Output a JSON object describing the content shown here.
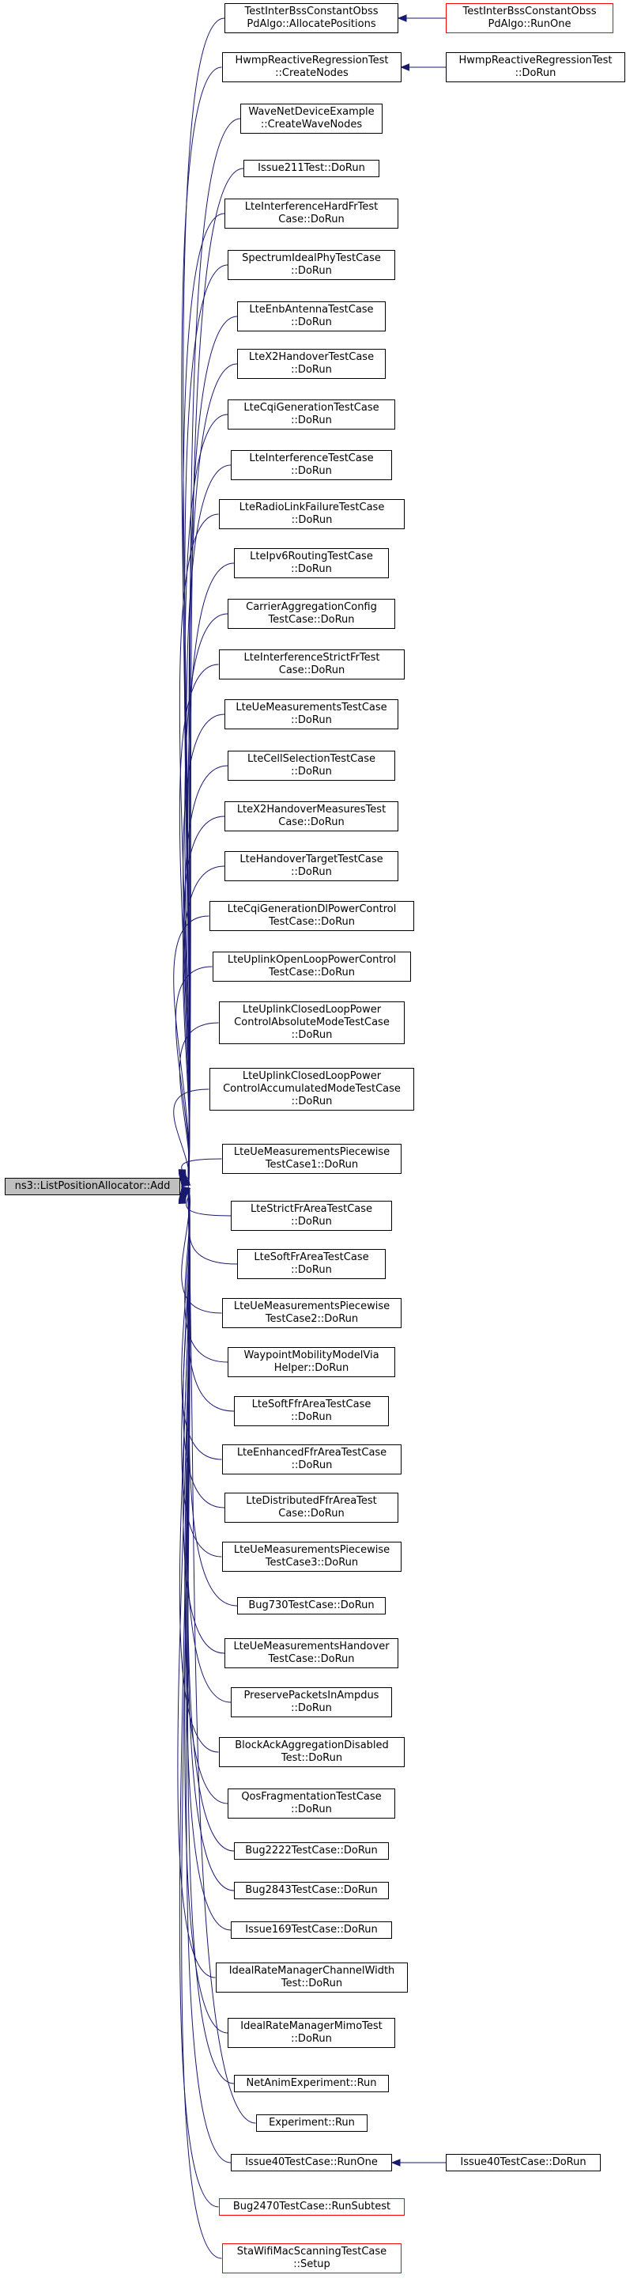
{
  "graph": {
    "root": "ns3::ListPositionAllocator::Add",
    "edge_color": "#191970",
    "node_border_color": "#000000",
    "unresolved_border_color": "#ff0000",
    "root_fill": "#bfbfbf",
    "callers": [
      {
        "label": "TestInterBssConstantObss\nPdAlgo::AllocatePositions",
        "callers": [
          {
            "label": "TestInterBssConstantObss\nPdAlgo::RunOne",
            "red": true
          }
        ]
      },
      {
        "label": "HwmpReactiveRegressionTest\n::CreateNodes",
        "callers": [
          {
            "label": "HwmpReactiveRegressionTest\n::DoRun"
          }
        ]
      },
      {
        "label": "WaveNetDeviceExample\n::CreateWaveNodes"
      },
      {
        "label": "Issue211Test::DoRun"
      },
      {
        "label": "LteInterferenceHardFrTest\nCase::DoRun"
      },
      {
        "label": "SpectrumIdealPhyTestCase\n::DoRun"
      },
      {
        "label": "LteEnbAntennaTestCase\n::DoRun"
      },
      {
        "label": "LteX2HandoverTestCase\n::DoRun"
      },
      {
        "label": "LteCqiGenerationTestCase\n::DoRun"
      },
      {
        "label": "LteInterferenceTestCase\n::DoRun"
      },
      {
        "label": "LteRadioLinkFailureTestCase\n::DoRun"
      },
      {
        "label": "LteIpv6RoutingTestCase\n::DoRun"
      },
      {
        "label": "CarrierAggregationConfig\nTestCase::DoRun"
      },
      {
        "label": "LteInterferenceStrictFrTest\nCase::DoRun"
      },
      {
        "label": "LteUeMeasurementsTestCase\n::DoRun"
      },
      {
        "label": "LteCellSelectionTestCase\n::DoRun"
      },
      {
        "label": "LteX2HandoverMeasuresTest\nCase::DoRun"
      },
      {
        "label": "LteHandoverTargetTestCase\n::DoRun"
      },
      {
        "label": "LteCqiGenerationDlPowerControl\nTestCase::DoRun"
      },
      {
        "label": "LteUplinkOpenLoopPowerControl\nTestCase::DoRun"
      },
      {
        "label": "LteUplinkClosedLoopPower\nControlAbsoluteModeTestCase\n::DoRun"
      },
      {
        "label": "LteUplinkClosedLoopPower\nControlAccumulatedModeTestCase\n::DoRun"
      },
      {
        "label": "LteUeMeasurementsPiecewise\nTestCase1::DoRun"
      },
      {
        "label": "LteStrictFrAreaTestCase\n::DoRun"
      },
      {
        "label": "LteSoftFrAreaTestCase\n::DoRun"
      },
      {
        "label": "LteUeMeasurementsPiecewise\nTestCase2::DoRun"
      },
      {
        "label": "WaypointMobilityModelVia\nHelper::DoRun"
      },
      {
        "label": "LteSoftFfrAreaTestCase\n::DoRun"
      },
      {
        "label": "LteEnhancedFfrAreaTestCase\n::DoRun"
      },
      {
        "label": "LteDistributedFfrAreaTest\nCase::DoRun"
      },
      {
        "label": "LteUeMeasurementsPiecewise\nTestCase3::DoRun"
      },
      {
        "label": "Bug730TestCase::DoRun"
      },
      {
        "label": "LteUeMeasurementsHandover\nTestCase::DoRun"
      },
      {
        "label": "PreservePacketsInAmpdus\n::DoRun"
      },
      {
        "label": "BlockAckAggregationDisabled\nTest::DoRun"
      },
      {
        "label": "QosFragmentationTestCase\n::DoRun"
      },
      {
        "label": "Bug2222TestCase::DoRun"
      },
      {
        "label": "Bug2843TestCase::DoRun"
      },
      {
        "label": "Issue169TestCase::DoRun"
      },
      {
        "label": "IdealRateManagerChannelWidth\nTest::DoRun"
      },
      {
        "label": "IdealRateManagerMimoTest\n::DoRun"
      },
      {
        "label": "NetAnimExperiment::Run"
      },
      {
        "label": "Experiment::Run"
      },
      {
        "label": "Issue40TestCase::RunOne",
        "callers": [
          {
            "label": "Issue40TestCase::DoRun"
          }
        ]
      },
      {
        "label": "Bug2470TestCase::RunSubtest",
        "red": true
      },
      {
        "label": "StaWifiMacScanningTestCase\n::Setup",
        "red": true
      }
    ]
  }
}
